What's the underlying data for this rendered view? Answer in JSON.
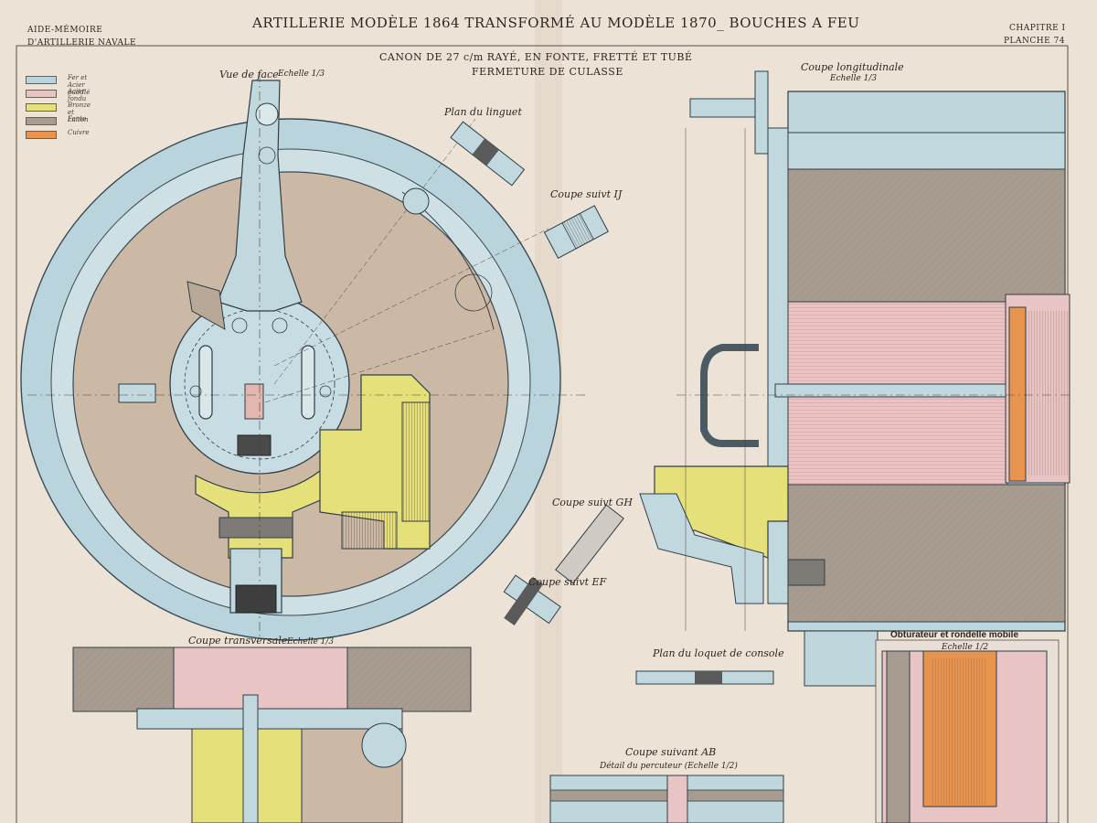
{
  "header": {
    "left_line1": "AIDE-MÉMOIRE",
    "left_line2": "D'ARTILLERIE NAVALE",
    "title": "ARTILLERIE MODÈLE 1864 TRANSFORMÉ AU MODÈLE 1870_ BOUCHES A FEU",
    "right_line1": "CHAPITRE I",
    "right_line2": "PLANCHE 74"
  },
  "subtitle": {
    "line1": "CANON DE 27 c/m RAYÉ, EN FONTE, FRETTÉ ET TUBÉ",
    "line2": "FERMETURE DE CULASSE"
  },
  "legend": [
    {
      "label": "Fer et Acier puddlé",
      "color": "#b9d4dc"
    },
    {
      "label": "Acier fondu",
      "color": "#e9c4c4"
    },
    {
      "label": "Bronze et Laiton",
      "color": "#e6e07a"
    },
    {
      "label": "Fonte",
      "color": "#a89c90"
    },
    {
      "label": "Cuivre",
      "color": "#e8944f"
    }
  ],
  "views": {
    "vue_de_face": "Vue de face",
    "vue_de_face_scale": "Echelle 1/3",
    "plan_du_linguet": "Plan du linguet",
    "coupe_ij": "Coupe suivt IJ",
    "coupe_longitudinale": "Coupe longitudinale",
    "coupe_longitudinale_scale": "Echelle 1/3",
    "coupe_gh": "Coupe suivt GH",
    "coupe_ef": "Coupe suivt EF",
    "coupe_transversale": "Coupe transversale",
    "coupe_transversale_scale": "Echelle 1/3",
    "plan_loquet_console": "Plan du loquet de console",
    "coupe_ab": "Coupe suivant AB",
    "detail_percuteur": "Détail du percuteur (Echelle 1/2)",
    "obturateur": "Obturateur et rondelle mobile",
    "obturateur_scale": "Echelle 1/2"
  }
}
